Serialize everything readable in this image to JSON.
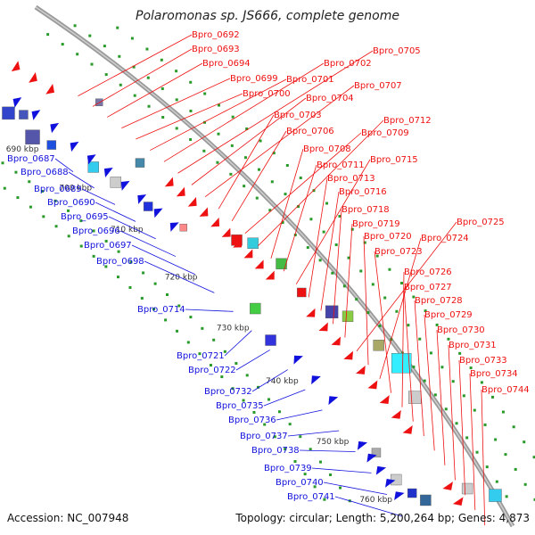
{
  "title": "Polaromonas sp. JS666, complete genome",
  "accession_label": "Accession: NC_007948",
  "summary_label": "Topology: circular; Length: 5,200,264 bp; Genes: 4,873",
  "colors": {
    "forward": "#ee1111",
    "reverse": "#1111dd",
    "backbone": "#9a9a9a"
  },
  "ticks": [
    "690 kbp",
    "700 kbp",
    "710 kbp",
    "720 kbp",
    "730 kbp",
    "740 kbp",
    "750 kbp",
    "760 kbp"
  ],
  "forward_genes": [
    "Bpro_0692",
    "Bpro_0693",
    "Bpro_0694",
    "Bpro_0699",
    "Bpro_0700",
    "Bpro_0701",
    "Bpro_0702",
    "Bpro_0705",
    "Bpro_0704",
    "Bpro_0707",
    "Bpro_0703",
    "Bpro_0706",
    "Bpro_0709",
    "Bpro_0712",
    "Bpro_0708",
    "Bpro_0711",
    "Bpro_0715",
    "Bpro_0713",
    "Bpro_0716",
    "Bpro_0718",
    "Bpro_0719",
    "Bpro_0725",
    "Bpro_0720",
    "Bpro_0724",
    "Bpro_0723",
    "Bpro_0726",
    "Bpro_0727",
    "Bpro_0728",
    "Bpro_0729",
    "Bpro_0730",
    "Bpro_0731",
    "Bpro_0733",
    "Bpro_0734",
    "Bpro_0744"
  ],
  "reverse_genes": [
    "Bpro_0687",
    "Bpro_0688",
    "Bpro_0689",
    "Bpro_0690",
    "Bpro_0695",
    "Bpro_0696",
    "Bpro_0697",
    "Bpro_0698",
    "Bpro_0714",
    "Bpro_0721",
    "Bpro_0722",
    "Bpro_0732",
    "Bpro_0735",
    "Bpro_0736",
    "Bpro_0737",
    "Bpro_0738",
    "Bpro_0739",
    "Bpro_0740",
    "Bpro_0741"
  ]
}
